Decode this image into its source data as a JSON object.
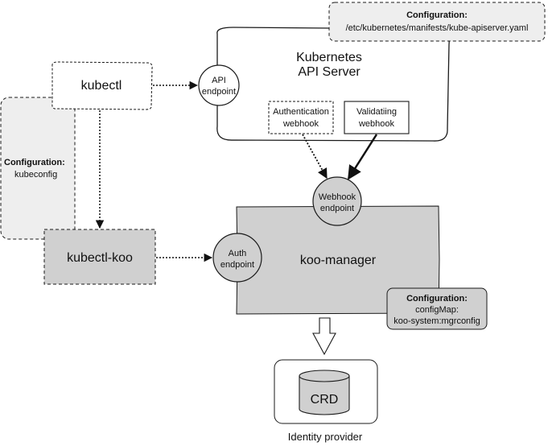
{
  "colors": {
    "stroke": "#1a1a1a",
    "grey_fill": "#d0d0d0",
    "light_grey_fill": "#eeeeee",
    "white": "#ffffff"
  },
  "diagram": {
    "api_config": {
      "heading": "Configuration:",
      "value": "/etc/kubernetes/manifests/kube-apiserver.yaml"
    },
    "api_server": {
      "label_line1": "Kubernetes",
      "label_line2": "API Server"
    },
    "api_endpoint": {
      "line1": "API",
      "line2": "endpoint"
    },
    "authn_webhook": {
      "line1": "Authentication",
      "line2": "webhook"
    },
    "validating_webhook": {
      "line1": "Validatiing",
      "line2": "webhook"
    },
    "kubectl": {
      "label": "kubectl"
    },
    "kubeconfig": {
      "heading": "Configuration:",
      "value": "kubeconfig"
    },
    "kubectl_koo": {
      "label": "kubectl-koo"
    },
    "webhook_endpoint": {
      "line1": "Webhook",
      "line2": "endpoint"
    },
    "auth_endpoint": {
      "line1": "Auth",
      "line2": "endpoint"
    },
    "koo_manager": {
      "label": "koo-manager"
    },
    "manager_config": {
      "heading": "Configuration:",
      "line1": "configMap:",
      "line2": "koo-system:mgrconfig"
    },
    "identity_provider": {
      "store": "CRD",
      "label": "Identity provider"
    }
  }
}
